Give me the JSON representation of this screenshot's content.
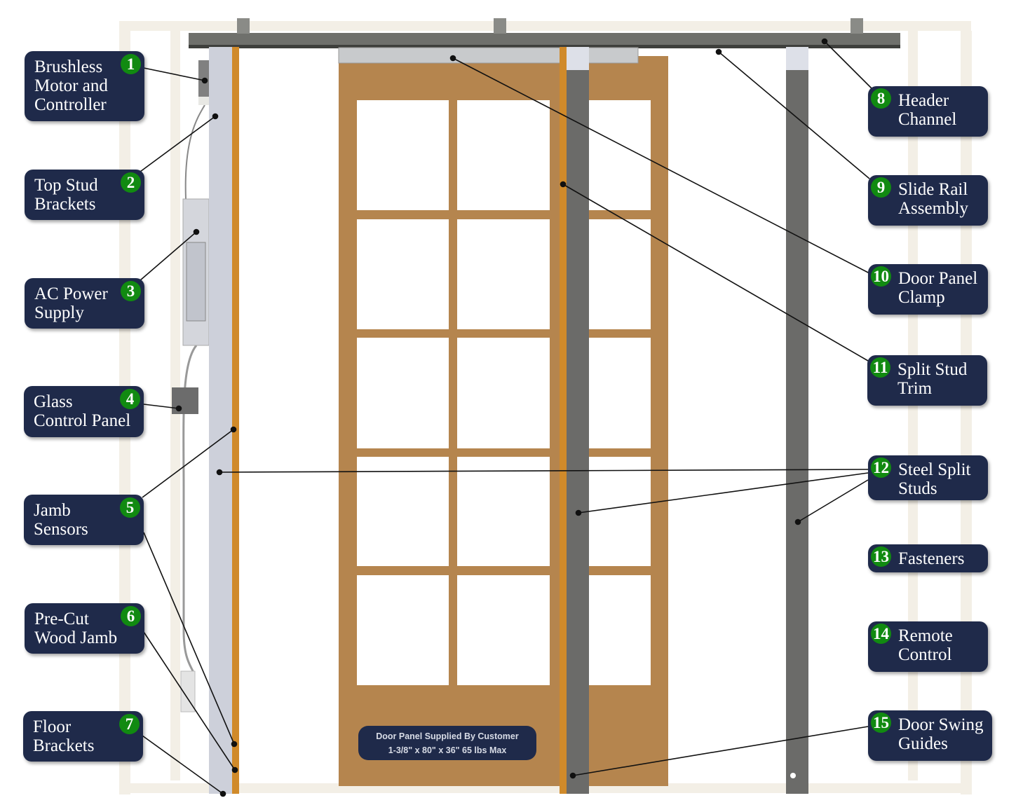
{
  "callouts": [
    {
      "num": "1",
      "text": "Brushless\nMotor and\nController"
    },
    {
      "num": "2",
      "text": "Top Stud\nBrackets"
    },
    {
      "num": "3",
      "text": "AC Power\nSupply"
    },
    {
      "num": "4",
      "text": "Glass\nControl Panel"
    },
    {
      "num": "5",
      "text": "Jamb\nSensors"
    },
    {
      "num": "6",
      "text": "Pre-Cut\nWood Jamb"
    },
    {
      "num": "7",
      "text": "Floor\nBrackets"
    },
    {
      "num": "8",
      "text": "Header\nChannel"
    },
    {
      "num": "9",
      "text": "Slide Rail\nAssembly"
    },
    {
      "num": "10",
      "text": "Door Panel\nClamp"
    },
    {
      "num": "11",
      "text": "Split Stud\nTrim"
    },
    {
      "num": "12",
      "text": "Steel Split\nStuds"
    },
    {
      "num": "13",
      "text": "Fasteners"
    },
    {
      "num": "14",
      "text": "Remote\nControl"
    },
    {
      "num": "15",
      "text": "Door Swing\nGuides"
    }
  ],
  "door_note": {
    "line1": "Door Panel Supplied By Customer",
    "line2": "1-3/8\" x 80\" x 36\" 65 lbs Max"
  },
  "colors": {
    "callout_bg": "#1f2a4a",
    "badge": "#118a11",
    "wood": "#b5854e",
    "steel": "#6b6b69",
    "jamb": "#cdd0da",
    "trim": "#d08a2a"
  }
}
